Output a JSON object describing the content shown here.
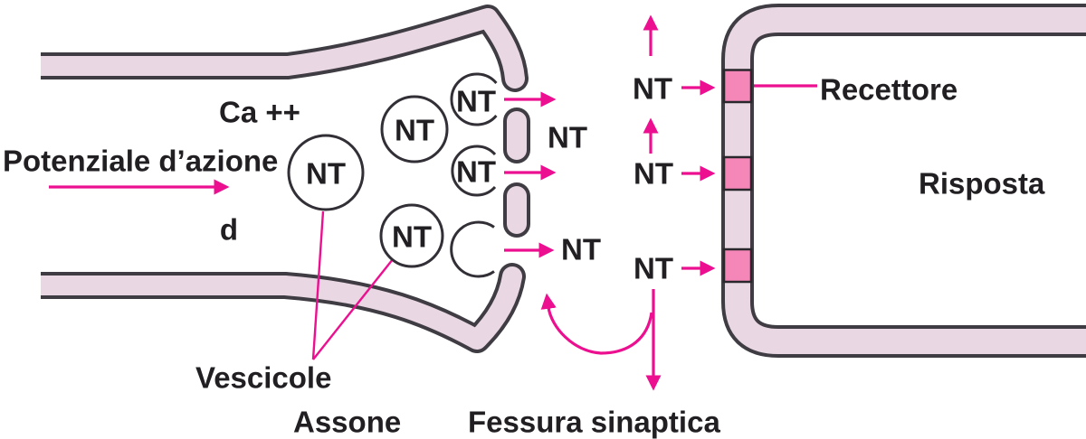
{
  "diagram": {
    "labels": {
      "action_potential": "Potenziale d’azione",
      "calcium": "Ca ++",
      "d_label": "d",
      "nt": "NT",
      "vesicles": "Vescicole",
      "axon": "Assone",
      "synaptic_cleft": "Fessura sinaptica",
      "receptor": "Recettore",
      "response": "Risposta"
    },
    "colors": {
      "membrane_fill": "#e9d8e3",
      "membrane_outline": "#3f3c43",
      "receptor_fill": "#f487b8",
      "accent_pink": "#ec1090",
      "text": "#221f23",
      "background": "#ffffff"
    }
  }
}
